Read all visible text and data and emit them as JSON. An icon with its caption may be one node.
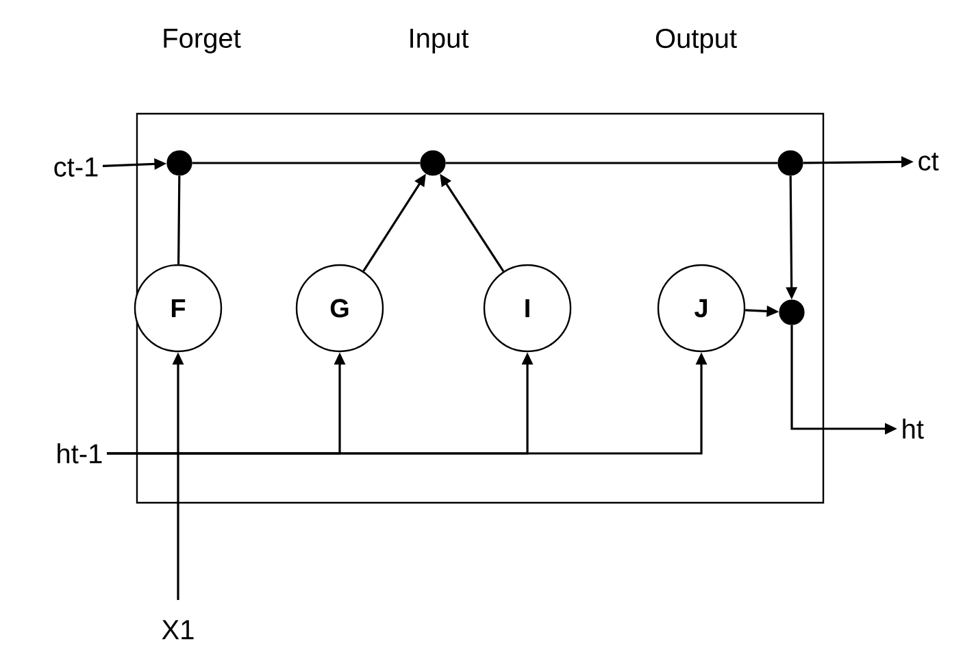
{
  "diagram": {
    "nodes": [
      {
        "text": [],
        "shape": "box"
      },
      {
        "text": [
          "ct-1"
        ]
      },
      {
        "text": [],
        "shape": "circle",
        "in": 0
      },
      {
        "text": [],
        "shape": "circle",
        "in": 0
      },
      {
        "text": [],
        "shape": "circle",
        "in": 0
      },
      {
        "text": [
          "ct"
        ]
      },
      {
        "text": [
          "F"
        ],
        "in": 0
      },
      {
        "text": [
          "G"
        ],
        "in": 0
      },
      {
        "text": [
          "I"
        ],
        "in": 0
      },
      {
        "text": [
          "J"
        ],
        "in": 0
      },
      {
        "text": [],
        "shape": "circle",
        "in": 0
      },
      {
        "text": [
          "ht"
        ]
      },
      {
        "text": [
          "ht-1"
        ]
      },
      {
        "text": [
          "X1"
        ]
      }
    ],
    "edges": [
      {
        "from": 1,
        "to": 2,
        "arrow": "to"
      },
      {
        "from": 6,
        "to": 2,
        "arrow": "none"
      },
      {
        "from": 2,
        "to": 3,
        "arrow": "none"
      },
      {
        "from": 7,
        "to": 3,
        "arrow": "to"
      },
      {
        "from": 8,
        "to": 3,
        "arrow": "to"
      },
      {
        "from": 3,
        "to": 4,
        "arrow": "none"
      },
      {
        "from": 4,
        "to": 5,
        "arrow": "to"
      },
      {
        "from": 4,
        "to": 10,
        "arrow": "to"
      },
      {
        "from": 9,
        "to": 10,
        "arrow": "to"
      },
      {
        "from": 10,
        "to": 11,
        "arrow": "to"
      },
      {
        "from": 12,
        "to": 7,
        "arrow": "to"
      },
      {
        "from": 12,
        "to": 8,
        "arrow": "to"
      },
      {
        "from": 12,
        "to": 9,
        "arrow": "to"
      },
      {
        "from": 13,
        "to": 6,
        "arrow": "to"
      }
    ],
    "labels": [
      "Forget",
      "Input",
      "Output"
    ]
  }
}
